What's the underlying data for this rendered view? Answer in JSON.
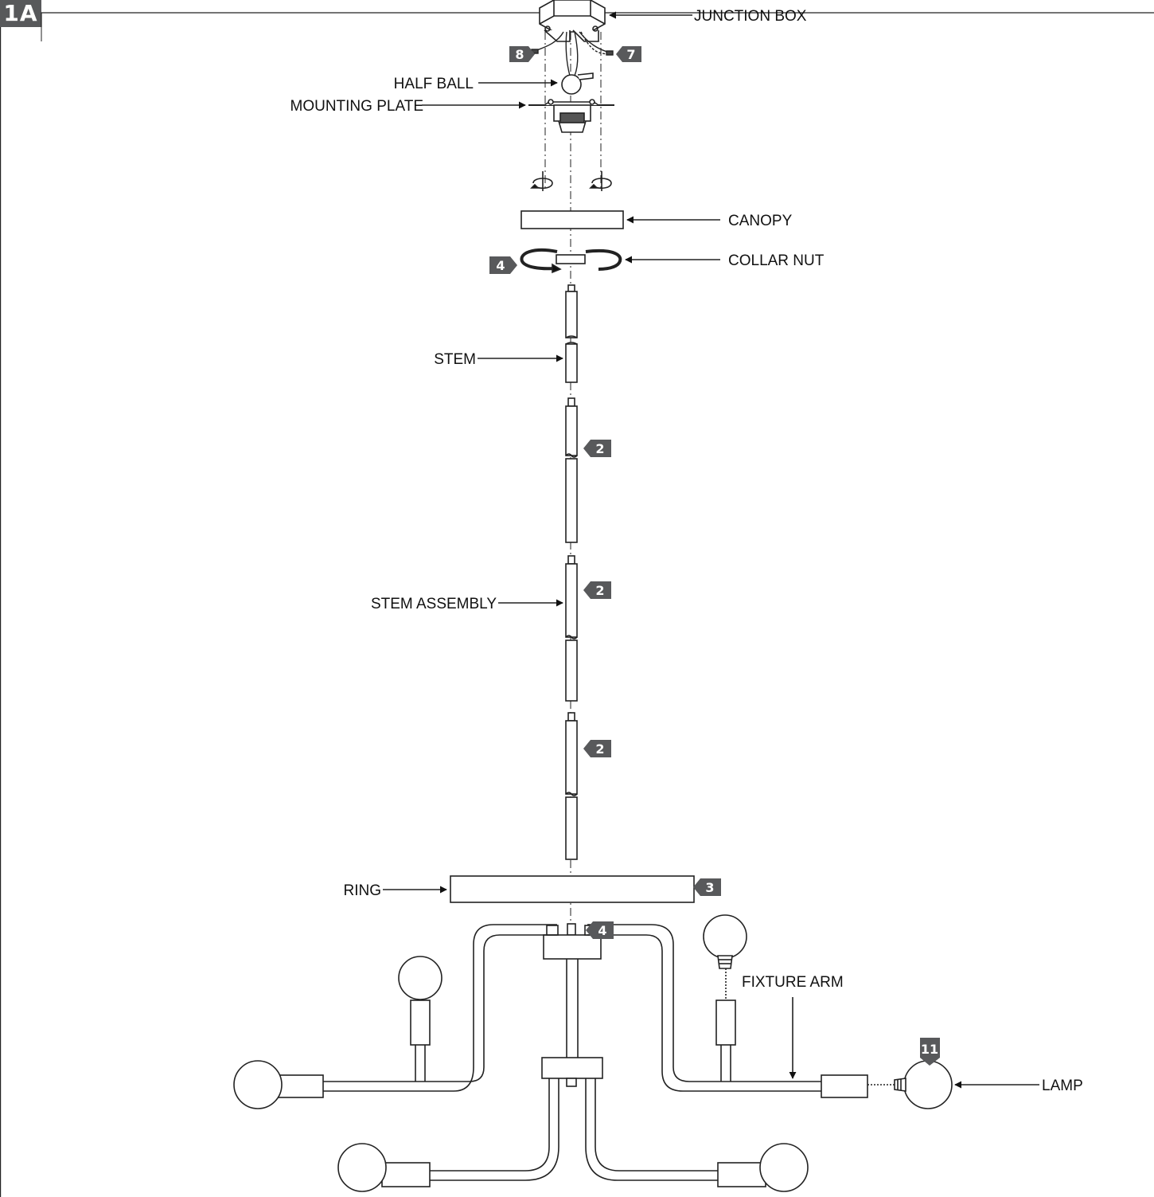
{
  "figure_label": "1A",
  "colors": {
    "line": "#222222",
    "badge": "#58595b",
    "text": "#111111"
  },
  "labels": {
    "junction_box": "JUNCTION BOX",
    "half_ball": "HALF BALL",
    "mounting_plate": "MOUNTING PLATE",
    "canopy": "CANOPY",
    "collar_nut": "COLLAR NUT",
    "stem": "STEM",
    "stem_assembly": "STEM ASSEMBLY",
    "ring": "RING",
    "fixture_arm": "FIXTURE ARM",
    "lamp": "LAMP"
  },
  "steps": {
    "wire_black": "8",
    "wire_white": "7",
    "collar_nut": "4",
    "stem_1": "2",
    "stem_2": "2",
    "stem_3": "2",
    "ring": "3",
    "hub_nut": "4",
    "lamp": "11"
  }
}
